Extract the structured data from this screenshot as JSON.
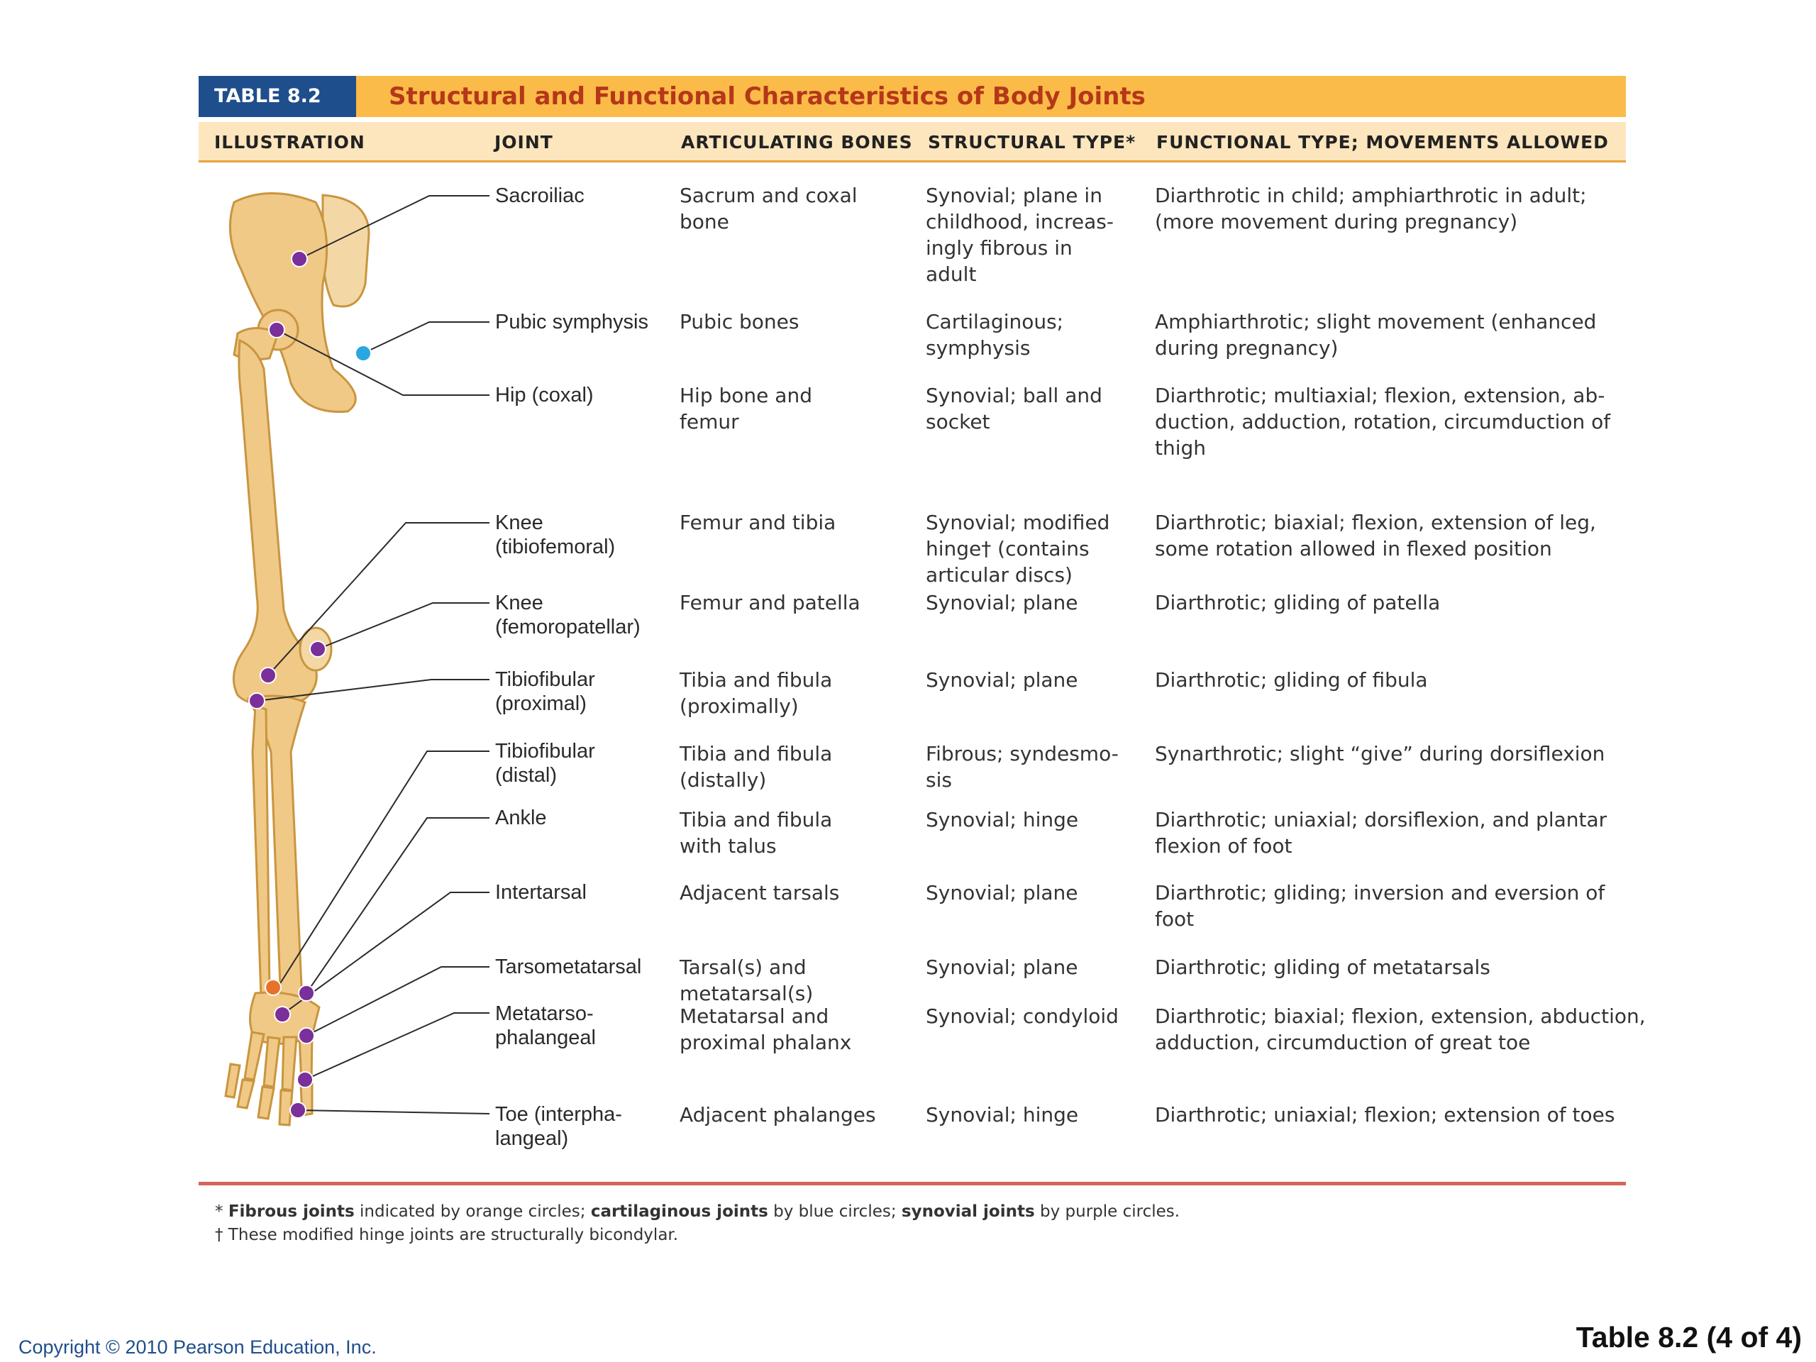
{
  "table_tag": "TABLE 8.2",
  "title": "Structural and Functional Characteristics of Body Joints",
  "headers": {
    "illustration": "ILLUSTRATION",
    "joint": "JOINT",
    "bones": "ARTICULATING BONES",
    "structural": "STRUCTURAL TYPE*",
    "functional": "FUNCTIONAL TYPE; MOVEMENTS ALLOWED"
  },
  "rows": [
    {
      "joint": "Sacroiliac",
      "bones": "Sacrum and coxal\nbone",
      "structural": "Synovial; plane in\nchildhood, increas-\ningly fibrous in\nadult",
      "functional": "Diarthrotic in child; amphiarthrotic in adult;\n(more movement during pregnancy)"
    },
    {
      "joint": "Pubic symphysis",
      "bones": "Pubic bones",
      "structural": "Cartilaginous;\nsymphysis",
      "functional": "Amphiarthrotic; slight movement (enhanced\nduring pregnancy)"
    },
    {
      "joint": "Hip (coxal)",
      "bones": "Hip bone and\nfemur",
      "structural": "Synovial; ball and\nsocket",
      "functional": "Diarthrotic; multiaxial; flexion, extension, ab-\nduction, adduction, rotation, circumduction of\nthigh"
    },
    {
      "joint": "Knee\n(tibiofemoral)",
      "bones": "Femur and tibia",
      "structural": "Synovial; modified\nhinge† (contains\narticular discs)",
      "functional": "Diarthrotic; biaxial; flexion, extension of leg,\nsome rotation allowed in flexed position"
    },
    {
      "joint": "Knee\n(femoropatellar)",
      "bones": "Femur and patella",
      "structural": "Synovial; plane",
      "functional": "Diarthrotic; gliding of patella"
    },
    {
      "joint": "Tibiofibular\n(proximal)",
      "bones": "Tibia and fibula\n(proximally)",
      "structural": "Synovial; plane",
      "functional": "Diarthrotic; gliding of fibula"
    },
    {
      "joint": "Tibiofibular\n(distal)",
      "bones": "Tibia and fibula\n(distally)",
      "structural": "Fibrous; syndesmo-\nsis",
      "functional": "Synarthrotic; slight “give” during dorsiflexion"
    },
    {
      "joint": "Ankle",
      "bones": "Tibia and fibula\nwith talus",
      "structural": "Synovial; hinge",
      "functional": "Diarthrotic; uniaxial; dorsiflexion, and plantar\nflexion of foot"
    },
    {
      "joint": "Intertarsal",
      "bones": "Adjacent tarsals",
      "structural": "Synovial; plane",
      "functional": "Diarthrotic; gliding; inversion and eversion of\nfoot"
    },
    {
      "joint": "Tarsometatarsal",
      "bones": "Tarsal(s) and\nmetatarsal(s)",
      "structural": "Synovial; plane",
      "functional": "Diarthrotic; gliding of metatarsals"
    },
    {
      "joint": "Metatarso-\nphalangeal",
      "bones": "Metatarsal and\nproximal phalanx",
      "structural": "Synovial; condyloid",
      "functional": "Diarthrotic; biaxial; flexion, extension, abduction,\nadduction, circumduction of great toe"
    },
    {
      "joint": "Toe (interpha-\nlangeal)",
      "bones": "Adjacent phalanges",
      "structural": "Synovial; hinge",
      "functional": "Diarthrotic; uniaxial; flexion; extension of toes"
    }
  ],
  "footnotes": {
    "f1_a": "* ",
    "f1_b": "Fibrous joints",
    "f1_c": " indicated by orange circles; ",
    "f1_d": "cartilaginous joints",
    "f1_e": " by blue circles; ",
    "f1_f": "synovial joints",
    "f1_g": " by purple circles.",
    "f2": "† These modified hinge joints are structurally bicondylar."
  },
  "copyright": "Copyright © 2010 Pearson Education, Inc.",
  "slide_label": "Table 8.2 (4 of 4)",
  "colors": {
    "fibrous": "#e8722b",
    "cartilaginous": "#2aa7e0",
    "synovial": "#7a2f9a",
    "bone": "#f0c987"
  }
}
